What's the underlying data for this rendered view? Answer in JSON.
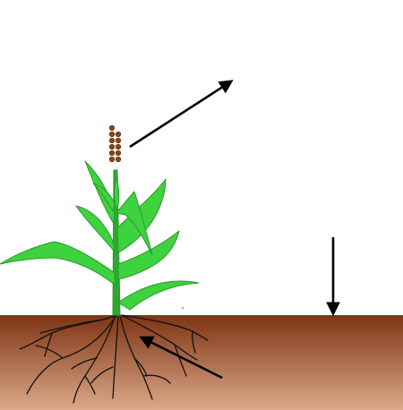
{
  "diagram": {
    "subject": "plant-growth-in-soil",
    "colors": {
      "background": "#ffffff",
      "soil_top": "#7e3412",
      "soil_bottom": "#dba98b",
      "leaf_fill": "#3ed23e",
      "leaf_edge": "#2a9a2a",
      "stem": "#2fa82f",
      "seed": "#8b4513",
      "root": "#111111",
      "arrow": "#000000"
    },
    "icons": {
      "plant": "plant-icon",
      "seed_head": "seed-head-icon",
      "roots": "roots-icon",
      "arrows": "arrow-icon"
    },
    "arrows": [
      {
        "name": "arrow-up-right-from-seeds",
        "points_to": "open-air"
      },
      {
        "name": "arrow-down-to-soil",
        "points_to": "soil-surface"
      },
      {
        "name": "arrow-to-roots",
        "points_to": "roots"
      }
    ]
  }
}
